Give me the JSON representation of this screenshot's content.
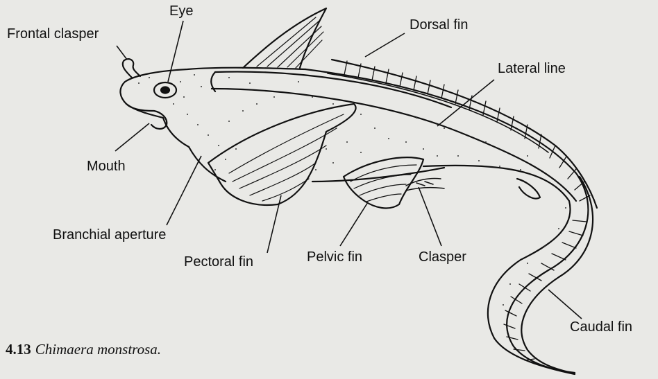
{
  "labels": {
    "eye": "Eye",
    "frontal_clasper": "Frontal clasper",
    "dorsal_fin": "Dorsal fin",
    "lateral_line": "Lateral line",
    "mouth": "Mouth",
    "branchial_aperture": "Branchial aperture",
    "pectoral_fin": "Pectoral fin",
    "pelvic_fin": "Pelvic fin",
    "clasper": "Clasper",
    "caudal_fin": "Caudal fin"
  },
  "caption": {
    "number": "4.13",
    "species": "Chimaera monstrosa."
  }
}
